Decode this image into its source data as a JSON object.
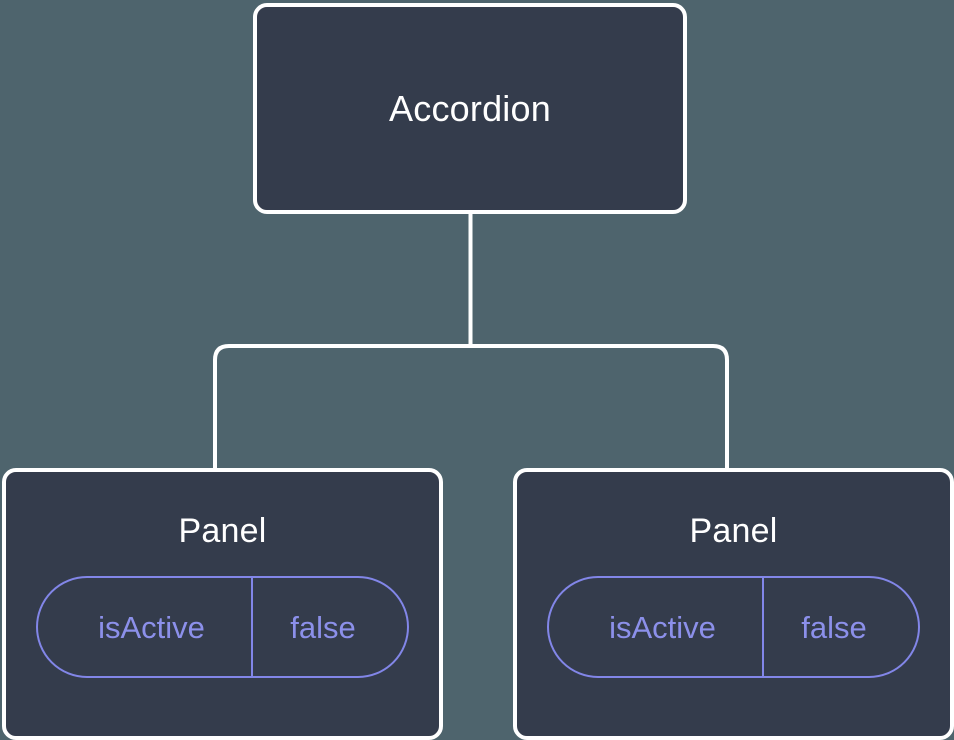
{
  "diagram": {
    "type": "component-tree",
    "background_color": "#4e646d",
    "node_fill_color": "#343c4c",
    "node_border_color": "#ffffff",
    "connector_color": "#ffffff",
    "prop_accent_color": "#8286e8",
    "prop_text_color": "#8c90ea",
    "title_text_color": "#ffffff"
  },
  "root": {
    "label": "Accordion"
  },
  "children": [
    {
      "label": "Panel",
      "prop": {
        "key": "isActive",
        "value": "false"
      }
    },
    {
      "label": "Panel",
      "prop": {
        "key": "isActive",
        "value": "false"
      }
    }
  ],
  "edges": [
    {
      "from": "Accordion",
      "to": "Panel",
      "index": 0
    },
    {
      "from": "Accordion",
      "to": "Panel",
      "index": 1
    }
  ]
}
